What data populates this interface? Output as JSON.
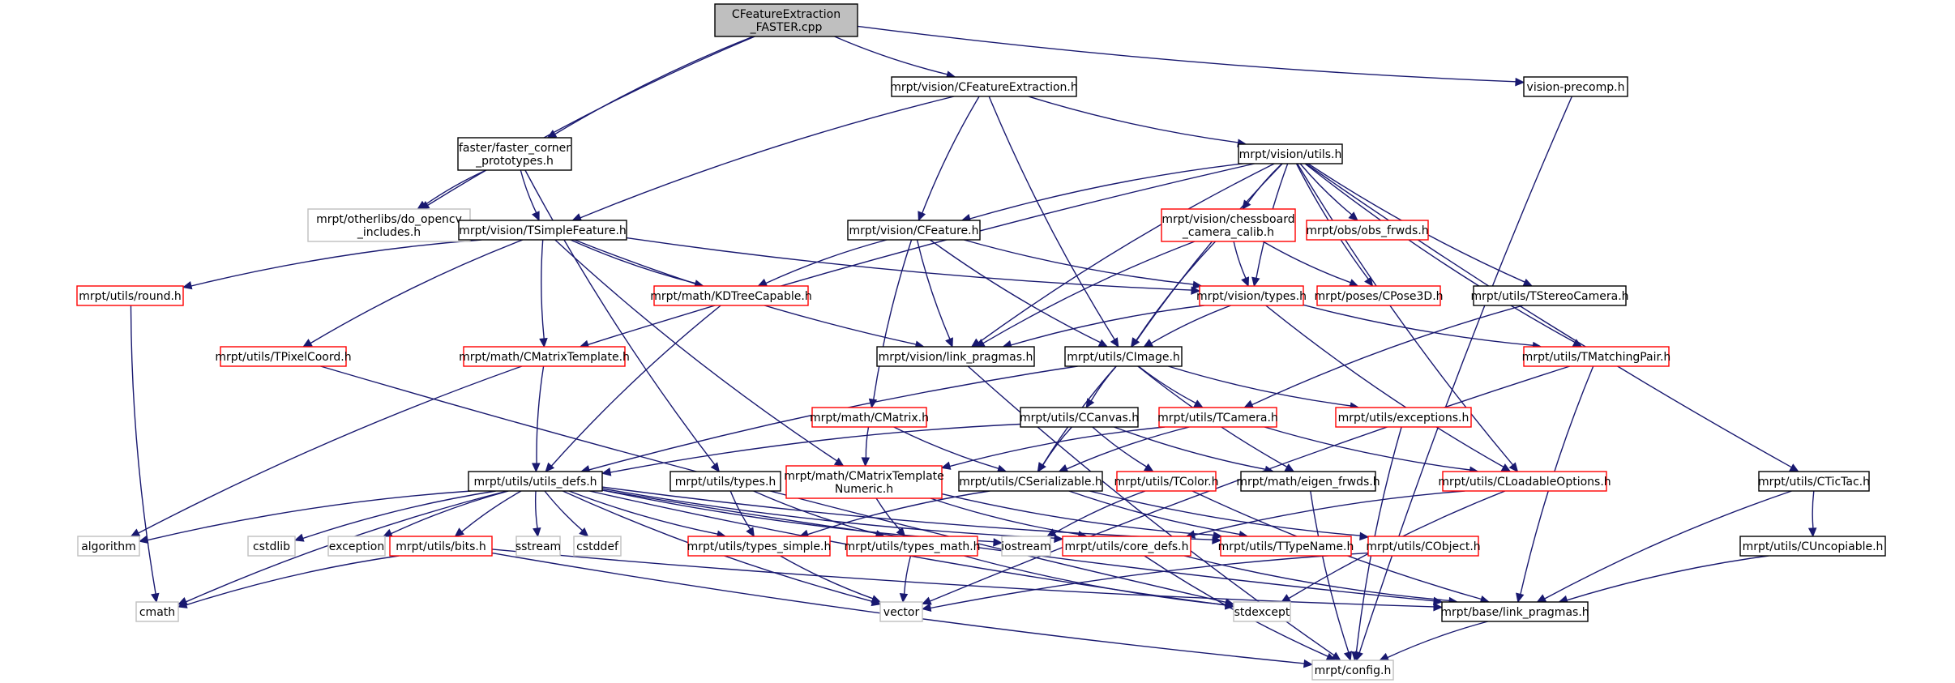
{
  "graph": {
    "nodes": [
      {
        "id": "root",
        "lines": [
          "CFeatureExtraction",
          "_FASTER.cpp"
        ],
        "style": "root"
      },
      {
        "id": "cfe",
        "lines": [
          "mrpt/vision/CFeatureExtraction.h"
        ],
        "style": "black"
      },
      {
        "id": "vprecomp",
        "lines": [
          "vision-precomp.h"
        ],
        "style": "black"
      },
      {
        "id": "faster",
        "lines": [
          "faster/faster_corner",
          "_prototypes.h"
        ],
        "style": "black"
      },
      {
        "id": "opencv",
        "lines": [
          "mrpt/otherlibs/do_opencv",
          "_includes.h"
        ],
        "style": "gray"
      },
      {
        "id": "vutils",
        "lines": [
          "mrpt/vision/utils.h"
        ],
        "style": "black"
      },
      {
        "id": "tsimple",
        "lines": [
          "mrpt/vision/TSimpleFeature.h"
        ],
        "style": "black"
      },
      {
        "id": "cfeature",
        "lines": [
          "mrpt/vision/CFeature.h"
        ],
        "style": "black"
      },
      {
        "id": "chess",
        "lines": [
          "mrpt/vision/chessboard",
          "_camera_calib.h"
        ],
        "style": "red"
      },
      {
        "id": "obsfrwds",
        "lines": [
          "mrpt/obs/obs_frwds.h"
        ],
        "style": "red"
      },
      {
        "id": "round",
        "lines": [
          "mrpt/utils/round.h"
        ],
        "style": "red"
      },
      {
        "id": "kdtree",
        "lines": [
          "mrpt/math/KDTreeCapable.h"
        ],
        "style": "red"
      },
      {
        "id": "vtypes",
        "lines": [
          "mrpt/vision/types.h"
        ],
        "style": "red"
      },
      {
        "id": "cpose3d",
        "lines": [
          "mrpt/poses/CPose3D.h"
        ],
        "style": "red"
      },
      {
        "id": "tstereo",
        "lines": [
          "mrpt/utils/TStereoCamera.h"
        ],
        "style": "black"
      },
      {
        "id": "tpixel",
        "lines": [
          "mrpt/utils/TPixelCoord.h"
        ],
        "style": "red"
      },
      {
        "id": "cmtpl",
        "lines": [
          "mrpt/math/CMatrixTemplate.h"
        ],
        "style": "red"
      },
      {
        "id": "linkp",
        "lines": [
          "mrpt/vision/link_pragmas.h"
        ],
        "style": "black"
      },
      {
        "id": "cimage",
        "lines": [
          "mrpt/utils/CImage.h"
        ],
        "style": "black"
      },
      {
        "id": "tmatch",
        "lines": [
          "mrpt/utils/TMatchingPair.h"
        ],
        "style": "red"
      },
      {
        "id": "ccanvas",
        "lines": [
          "mrpt/utils/CCanvas.h"
        ],
        "style": "black"
      },
      {
        "id": "tcamera",
        "lines": [
          "mrpt/utils/TCamera.h"
        ],
        "style": "red"
      },
      {
        "id": "exceptions",
        "lines": [
          "mrpt/utils/exceptions.h"
        ],
        "style": "red"
      },
      {
        "id": "cmatrix",
        "lines": [
          "mrpt/math/CMatrix.h"
        ],
        "style": "red"
      },
      {
        "id": "utilsdefs",
        "lines": [
          "mrpt/utils/utils_defs.h"
        ],
        "style": "black"
      },
      {
        "id": "utypes",
        "lines": [
          "mrpt/utils/types.h"
        ],
        "style": "black"
      },
      {
        "id": "cmtn",
        "lines": [
          "mrpt/math/CMatrixTemplate",
          "Numeric.h"
        ],
        "style": "red"
      },
      {
        "id": "cserial",
        "lines": [
          "mrpt/utils/CSerializable.h"
        ],
        "style": "black"
      },
      {
        "id": "tcolor",
        "lines": [
          "mrpt/utils/TColor.h"
        ],
        "style": "red"
      },
      {
        "id": "eigen",
        "lines": [
          "mrpt/math/eigen_frwds.h"
        ],
        "style": "black"
      },
      {
        "id": "cloadable",
        "lines": [
          "mrpt/utils/CLoadableOptions.h"
        ],
        "style": "red"
      },
      {
        "id": "ctictac",
        "lines": [
          "mrpt/utils/CTicTac.h"
        ],
        "style": "black"
      },
      {
        "id": "algorithm",
        "lines": [
          "algorithm"
        ],
        "style": "gray"
      },
      {
        "id": "cstdlib",
        "lines": [
          "cstdlib"
        ],
        "style": "gray"
      },
      {
        "id": "exception",
        "lines": [
          "exception"
        ],
        "style": "gray"
      },
      {
        "id": "bits",
        "lines": [
          "mrpt/utils/bits.h"
        ],
        "style": "red"
      },
      {
        "id": "sstream",
        "lines": [
          "sstream"
        ],
        "style": "gray"
      },
      {
        "id": "cstddef",
        "lines": [
          "cstddef"
        ],
        "style": "gray"
      },
      {
        "id": "tsimpl",
        "lines": [
          "mrpt/utils/types_simple.h"
        ],
        "style": "red"
      },
      {
        "id": "tmath",
        "lines": [
          "mrpt/utils/types_math.h"
        ],
        "style": "red"
      },
      {
        "id": "iostream",
        "lines": [
          "iostream"
        ],
        "style": "gray"
      },
      {
        "id": "coredefs",
        "lines": [
          "mrpt/utils/core_defs.h"
        ],
        "style": "red"
      },
      {
        "id": "ttypename",
        "lines": [
          "mrpt/utils/TTypeName.h"
        ],
        "style": "red"
      },
      {
        "id": "cobject",
        "lines": [
          "mrpt/utils/CObject.h"
        ],
        "style": "red"
      },
      {
        "id": "cuncop",
        "lines": [
          "mrpt/utils/CUncopiable.h"
        ],
        "style": "black"
      },
      {
        "id": "cmath",
        "lines": [
          "cmath"
        ],
        "style": "gray"
      },
      {
        "id": "vector",
        "lines": [
          "vector"
        ],
        "style": "gray"
      },
      {
        "id": "stdexcept",
        "lines": [
          "stdexcept"
        ],
        "style": "gray"
      },
      {
        "id": "baselinkp",
        "lines": [
          "mrpt/base/link_pragmas.h"
        ],
        "style": "black"
      },
      {
        "id": "config",
        "lines": [
          "mrpt/config.h"
        ],
        "style": "gray"
      }
    ],
    "edges": [
      [
        "root",
        "cfe"
      ],
      [
        "root",
        "vprecomp"
      ],
      [
        "root",
        "faster"
      ],
      [
        "root",
        "opencv"
      ],
      [
        "cfe",
        "vutils"
      ],
      [
        "cfe",
        "tsimple"
      ],
      [
        "cfe",
        "cfeature"
      ],
      [
        "cfe",
        "cimage"
      ],
      [
        "vprecomp",
        "config"
      ],
      [
        "faster",
        "opencv"
      ],
      [
        "faster",
        "tsimple"
      ],
      [
        "faster",
        "utypes"
      ],
      [
        "vutils",
        "cfeature"
      ],
      [
        "vutils",
        "chess"
      ],
      [
        "vutils",
        "obsfrwds"
      ],
      [
        "vutils",
        "vtypes"
      ],
      [
        "vutils",
        "cpose3d"
      ],
      [
        "vutils",
        "tstereo"
      ],
      [
        "vutils",
        "tmatch"
      ],
      [
        "vutils",
        "cloadable"
      ],
      [
        "vutils",
        "ctictac"
      ],
      [
        "vutils",
        "linkp"
      ],
      [
        "vutils",
        "cimage"
      ],
      [
        "vutils",
        "cmtpl"
      ],
      [
        "tsimple",
        "round"
      ],
      [
        "tsimple",
        "tpixel"
      ],
      [
        "tsimple",
        "cmtpl"
      ],
      [
        "tsimple",
        "kdtree"
      ],
      [
        "tsimple",
        "linkp"
      ],
      [
        "tsimple",
        "vtypes"
      ],
      [
        "tsimple",
        "cmtn"
      ],
      [
        "cfeature",
        "kdtree"
      ],
      [
        "cfeature",
        "vtypes"
      ],
      [
        "cfeature",
        "linkp"
      ],
      [
        "cfeature",
        "cimage"
      ],
      [
        "cfeature",
        "cmatrix"
      ],
      [
        "chess",
        "vtypes"
      ],
      [
        "chess",
        "cpose3d"
      ],
      [
        "chess",
        "linkp"
      ],
      [
        "chess",
        "cimage"
      ],
      [
        "vtypes",
        "linkp"
      ],
      [
        "vtypes",
        "cimage"
      ],
      [
        "vtypes",
        "tmatch"
      ],
      [
        "vtypes",
        "cloadable"
      ],
      [
        "tstereo",
        "tcamera"
      ],
      [
        "round",
        "cmath"
      ],
      [
        "kdtree",
        "utilsdefs"
      ],
      [
        "tpixel",
        "stdexcept"
      ],
      [
        "cmtpl",
        "utilsdefs"
      ],
      [
        "cmtpl",
        "algorithm"
      ],
      [
        "linkp",
        "config"
      ],
      [
        "cimage",
        "ccanvas"
      ],
      [
        "cimage",
        "tcamera"
      ],
      [
        "cimage",
        "exceptions"
      ],
      [
        "cimage",
        "cserial"
      ],
      [
        "cimage",
        "eigen"
      ],
      [
        "cimage",
        "utilsdefs"
      ],
      [
        "tmatch",
        "vector"
      ],
      [
        "tmatch",
        "baselinkp"
      ],
      [
        "ccanvas",
        "utilsdefs"
      ],
      [
        "ccanvas",
        "tcolor"
      ],
      [
        "ccanvas",
        "eigen"
      ],
      [
        "ccanvas",
        "cserial"
      ],
      [
        "tcamera",
        "cmtn"
      ],
      [
        "tcamera",
        "cserial"
      ],
      [
        "tcamera",
        "cloadable"
      ],
      [
        "exceptions",
        "config"
      ],
      [
        "cmatrix",
        "cmtn"
      ],
      [
        "cmatrix",
        "cserial"
      ],
      [
        "utilsdefs",
        "algorithm"
      ],
      [
        "utilsdefs",
        "cstdlib"
      ],
      [
        "utilsdefs",
        "exception"
      ],
      [
        "utilsdefs",
        "bits"
      ],
      [
        "utilsdefs",
        "sstream"
      ],
      [
        "utilsdefs",
        "cstddef"
      ],
      [
        "utilsdefs",
        "tsimpl"
      ],
      [
        "utilsdefs",
        "iostream"
      ],
      [
        "utilsdefs",
        "coredefs"
      ],
      [
        "utilsdefs",
        "ttypename"
      ],
      [
        "utilsdefs",
        "cmath"
      ],
      [
        "utilsdefs",
        "vector"
      ],
      [
        "utilsdefs",
        "stdexcept"
      ],
      [
        "utilsdefs",
        "baselinkp"
      ],
      [
        "utypes",
        "tsimpl"
      ],
      [
        "utypes",
        "tmath"
      ],
      [
        "cmtn",
        "tmath"
      ],
      [
        "cmtn",
        "coredefs"
      ],
      [
        "cmtn",
        "ttypename"
      ],
      [
        "cserial",
        "tsimpl"
      ],
      [
        "cserial",
        "cobject"
      ],
      [
        "cserial",
        "ttypename"
      ],
      [
        "tcolor",
        "iostream"
      ],
      [
        "tcolor",
        "baselinkp"
      ],
      [
        "eigen",
        "config"
      ],
      [
        "cloadable",
        "coredefs"
      ],
      [
        "cloadable",
        "stdexcept"
      ],
      [
        "ctictac",
        "cuncop"
      ],
      [
        "ctictac",
        "baselinkp"
      ],
      [
        "bits",
        "cmath"
      ],
      [
        "bits",
        "config"
      ],
      [
        "bits",
        "baselinkp"
      ],
      [
        "tsimpl",
        "vector"
      ],
      [
        "tmath",
        "vector"
      ],
      [
        "tmath",
        "stdexcept"
      ],
      [
        "coredefs",
        "config"
      ],
      [
        "coredefs",
        "baselinkp"
      ],
      [
        "cobject",
        "vector"
      ],
      [
        "cuncop",
        "baselinkp"
      ],
      [
        "baselinkp",
        "config"
      ]
    ]
  }
}
